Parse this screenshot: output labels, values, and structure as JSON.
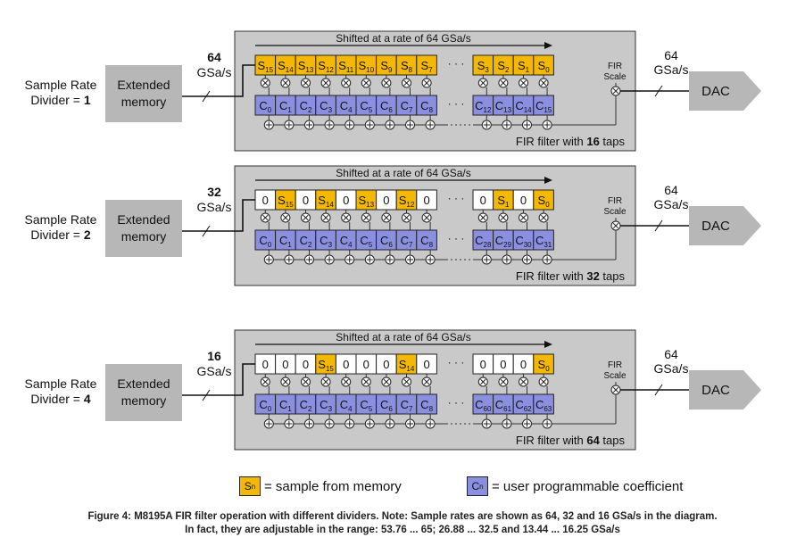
{
  "colors": {
    "sample": "#f5b800",
    "coef": "#8b8fe0",
    "panel": "#c9c9c9",
    "block": "#b7b7b7",
    "empty_sample": "#ffffff"
  },
  "rows": [
    {
      "divider_label": "Sample Rate",
      "divider_value": "Divider = ",
      "divider_number": "1",
      "memory_label_1": "Extended",
      "memory_label_2": "memory",
      "input_rate_value": "64",
      "input_rate_unit": "GSa/s",
      "shift_label": "Shifted at a rate of 64 GSa/s",
      "samples_left": [
        {
          "b": "S",
          "s": "15"
        },
        {
          "b": "S",
          "s": "14"
        },
        {
          "b": "S",
          "s": "13"
        },
        {
          "b": "S",
          "s": "12"
        },
        {
          "b": "S",
          "s": "11"
        },
        {
          "b": "S",
          "s": "10"
        },
        {
          "b": "S",
          "s": "9"
        },
        {
          "b": "S",
          "s": "8"
        },
        {
          "b": "S",
          "s": "7"
        }
      ],
      "samples_right": [
        {
          "b": "S",
          "s": "3"
        },
        {
          "b": "S",
          "s": "2"
        },
        {
          "b": "S",
          "s": "1"
        },
        {
          "b": "S",
          "s": "0"
        }
      ],
      "coefs_left": [
        "0",
        "1",
        "2",
        "3",
        "4",
        "5",
        "6",
        "7",
        "8"
      ],
      "coefs_right": [
        "12",
        "13",
        "14",
        "15"
      ],
      "ellipsis": "· · ·",
      "fir_scale_1": "FIR",
      "fir_scale_2": "Scale",
      "output_rate_value": "64",
      "output_rate_unit": "GSa/s",
      "dac_label": "DAC",
      "filter_label": "FIR filter with ",
      "filter_taps": "16",
      "filter_suffix": " taps"
    },
    {
      "divider_label": "Sample Rate",
      "divider_value": "Divider = ",
      "divider_number": "2",
      "memory_label_1": "Extended",
      "memory_label_2": "memory",
      "input_rate_value": "32",
      "input_rate_unit": "GSa/s",
      "shift_label": "Shifted at a rate of 64 GSa/s",
      "samples_left": [
        {
          "b": "0",
          "s": ""
        },
        {
          "b": "S",
          "s": "15"
        },
        {
          "b": "0",
          "s": ""
        },
        {
          "b": "S",
          "s": "14"
        },
        {
          "b": "0",
          "s": ""
        },
        {
          "b": "S",
          "s": "13"
        },
        {
          "b": "0",
          "s": ""
        },
        {
          "b": "S",
          "s": "12"
        },
        {
          "b": "0",
          "s": ""
        }
      ],
      "samples_right": [
        {
          "b": "0",
          "s": ""
        },
        {
          "b": "S",
          "s": "1"
        },
        {
          "b": "0",
          "s": ""
        },
        {
          "b": "S",
          "s": "0"
        }
      ],
      "coefs_left": [
        "0",
        "1",
        "2",
        "3",
        "4",
        "5",
        "6",
        "7",
        "8"
      ],
      "coefs_right": [
        "28",
        "29",
        "30",
        "31"
      ],
      "ellipsis": "· · ·",
      "fir_scale_1": "FIR",
      "fir_scale_2": "Scale",
      "output_rate_value": "64",
      "output_rate_unit": "GSa/s",
      "dac_label": "DAC",
      "filter_label": "FIR filter with ",
      "filter_taps": "32",
      "filter_suffix": " taps"
    },
    {
      "divider_label": "Sample Rate",
      "divider_value": "Divider = ",
      "divider_number": "4",
      "memory_label_1": "Extended",
      "memory_label_2": "memory",
      "input_rate_value": "16",
      "input_rate_unit": "GSa/s",
      "shift_label": "Shifted at a rate of 64 GSa/s",
      "samples_left": [
        {
          "b": "0",
          "s": ""
        },
        {
          "b": "0",
          "s": ""
        },
        {
          "b": "0",
          "s": ""
        },
        {
          "b": "S",
          "s": "15"
        },
        {
          "b": "0",
          "s": ""
        },
        {
          "b": "0",
          "s": ""
        },
        {
          "b": "0",
          "s": ""
        },
        {
          "b": "S",
          "s": "14"
        },
        {
          "b": "0",
          "s": ""
        }
      ],
      "samples_right": [
        {
          "b": "0",
          "s": ""
        },
        {
          "b": "0",
          "s": ""
        },
        {
          "b": "0",
          "s": ""
        },
        {
          "b": "S",
          "s": "0"
        }
      ],
      "coefs_left": [
        "0",
        "1",
        "2",
        "3",
        "4",
        "5",
        "6",
        "7",
        "8"
      ],
      "coefs_right": [
        "60",
        "61",
        "62",
        "63"
      ],
      "ellipsis": "· · ·",
      "fir_scale_1": "FIR",
      "fir_scale_2": "Scale",
      "output_rate_value": "64",
      "output_rate_unit": "GSa/s",
      "dac_label": "DAC",
      "filter_label": "FIR filter with ",
      "filter_taps": "64",
      "filter_suffix": " taps"
    }
  ],
  "legend": {
    "sample_base": "S",
    "sample_sub": "n",
    "sample_text": "= sample from memory",
    "coef_base": "C",
    "coef_sub": "n",
    "coef_text": "= user programmable coefficient"
  },
  "caption": {
    "line1": "Figure 4:  M8195A FIR filter operation with different dividers. Note: Sample rates are shown as 64, 32 and 16 GSa/s in the diagram.",
    "line2": "In fact, they are adjustable in the range: 53.76 ... 65; 26.88 ... 32.5 and 13.44 ... 16.25 GSa/s"
  }
}
